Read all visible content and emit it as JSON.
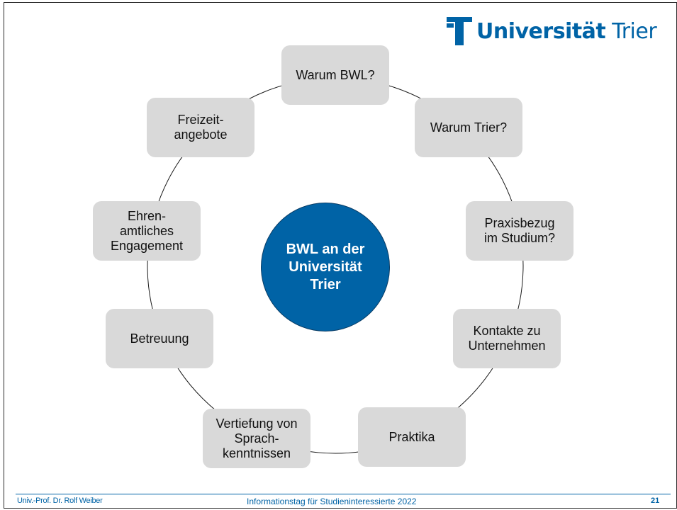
{
  "logo": {
    "word_bold": "Universität",
    "word_light": " Trier",
    "color": "#0063a6"
  },
  "center": {
    "text": "BWL an der\nUniversität\nTrier",
    "color": "#0063a6"
  },
  "nodes": [
    {
      "id": "warum-bwl",
      "text": "Warum BWL?"
    },
    {
      "id": "warum-trier",
      "text": "Warum Trier?"
    },
    {
      "id": "praxisbezug",
      "text": "Praxisbezug\nim Studium?"
    },
    {
      "id": "kontakte",
      "text": "Kontakte zu\nUnternehmen"
    },
    {
      "id": "praktika",
      "text": "Praktika"
    },
    {
      "id": "vertiefung",
      "text": "Vertiefung von\nSprach-\nkenntnissen"
    },
    {
      "id": "betreuung",
      "text": "Betreuung"
    },
    {
      "id": "ehrenamt",
      "text": "Ehren-\namtliches\nEngagement"
    },
    {
      "id": "freizeit",
      "text": "Freizeit-\nangebote"
    }
  ],
  "footer": {
    "author": "Univ.-Prof. Dr. Rolf Weiber",
    "event": "Informationstag für Studieninteressierte 2022",
    "page": "21"
  }
}
